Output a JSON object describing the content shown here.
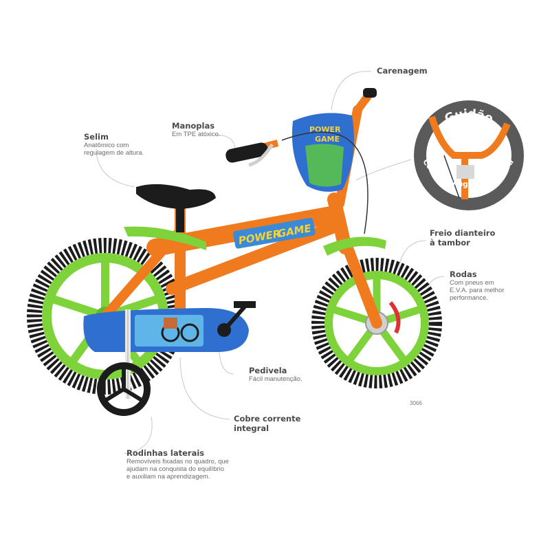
{
  "callouts": {
    "carenagem": {
      "title": "Carenagem"
    },
    "selim": {
      "title": "Selim",
      "desc": [
        "Anatômico com",
        "regulagem de altura."
      ]
    },
    "manoplas": {
      "title": "Manoplas",
      "desc": [
        "Em TPE atóxico."
      ]
    },
    "freio": {
      "title": [
        "Freio dianteiro",
        "à tambor"
      ]
    },
    "rodas": {
      "title": "Rodas",
      "desc": [
        "Com pneus em",
        "E.V.A. para melhor",
        "performance."
      ]
    },
    "pedivela": {
      "title": "Pedivela",
      "desc": [
        "Fácil manutenção."
      ]
    },
    "cobre_corrente": {
      "title": [
        "Cobre corrente",
        "integral"
      ]
    },
    "rodinhas": {
      "title": "Rodinhas laterais",
      "desc": [
        "Removíveis fixadas no quadro, que",
        "ajudam na conquista do equilíbrio",
        "e auxiliam na aprendizagem."
      ]
    }
  },
  "badge": {
    "title": "Guidão",
    "subtitle": "Com regulagem de altura"
  },
  "bike": {
    "decal": "POWER GAME",
    "decal_word1": "POWER",
    "decal_word2": "GAME",
    "plate_word1": "POWER",
    "plate_word2": "GAME"
  },
  "product_code": "3066",
  "colors": {
    "frame": "#f07a1e",
    "wheel": "#7ed23a",
    "tire": "#1c1c1c",
    "guard": "#2f6fcf",
    "accent": "#8ad33c",
    "badge_ring": "#5a5a5a"
  }
}
